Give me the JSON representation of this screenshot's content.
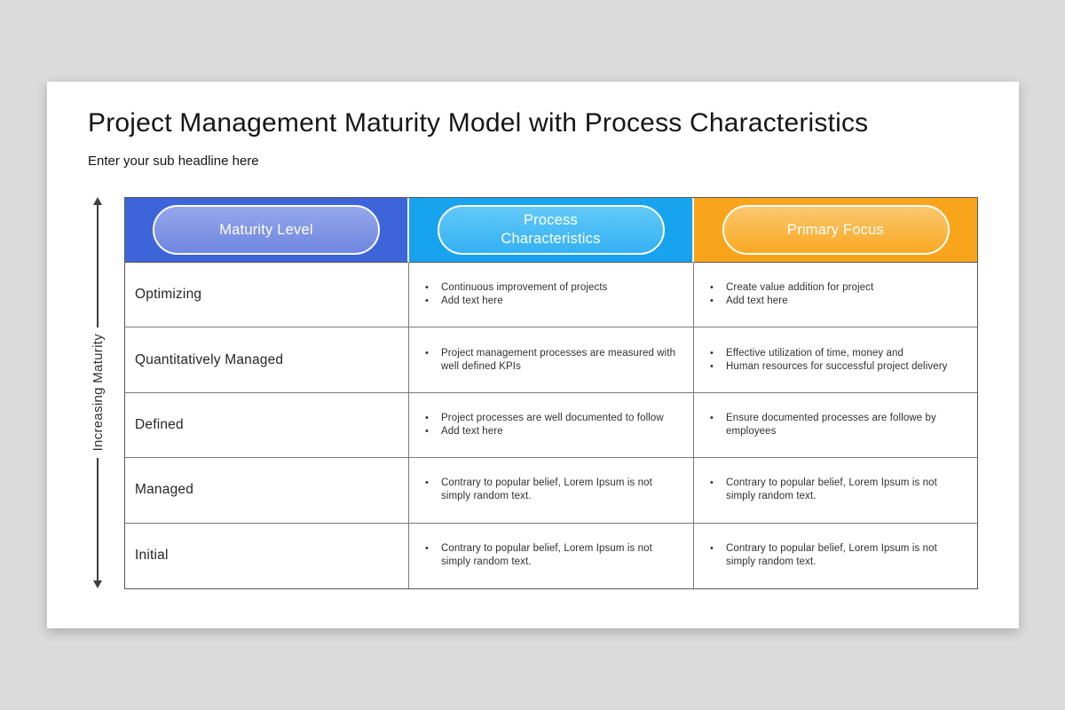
{
  "page": {
    "title": "Project Management Maturity Model with Process Characteristics",
    "subtitle": "Enter your sub headline here"
  },
  "axis": {
    "label": "Increasing Maturity"
  },
  "ui": {
    "bullet_glyph": "•"
  },
  "table": {
    "headers": [
      {
        "label": "Maturity Level",
        "bg": "#3d64d8",
        "pill_top": "#96a7eb",
        "pill_bottom": "#6f86e0"
      },
      {
        "label": "Process Characteristics",
        "bg": "#17a3ee",
        "pill_top": "#63c9f8",
        "pill_bottom": "#34b1f4"
      },
      {
        "label": "Primary Focus",
        "bg": "#f9a51c",
        "pill_top": "#fbc76f",
        "pill_bottom": "#f9a922"
      }
    ],
    "rows": [
      {
        "level": "Optimizing",
        "process": [
          "Continuous improvement of projects",
          "Add text here"
        ],
        "focus": [
          "Create value addition for project",
          "Add text here"
        ]
      },
      {
        "level": "Quantitatively Managed",
        "process": [
          "Project management processes are measured with well defined KPIs"
        ],
        "focus": [
          "Effective utilization of time, money and",
          "Human resources for successful project delivery"
        ]
      },
      {
        "level": "Defined",
        "process": [
          "Project processes are well documented to follow",
          "Add text here"
        ],
        "focus": [
          "Ensure documented processes are followe by employees"
        ]
      },
      {
        "level": "Managed",
        "process": [
          "Contrary to popular belief, Lorem Ipsum is not simply random text."
        ],
        "focus": [
          "Contrary to popular belief, Lorem Ipsum is not simply random text."
        ]
      },
      {
        "level": "Initial",
        "process": [
          "Contrary to popular belief, Lorem Ipsum is not simply random text."
        ],
        "focus": [
          "Contrary to popular belief, Lorem Ipsum is not simply random text."
        ]
      }
    ]
  }
}
